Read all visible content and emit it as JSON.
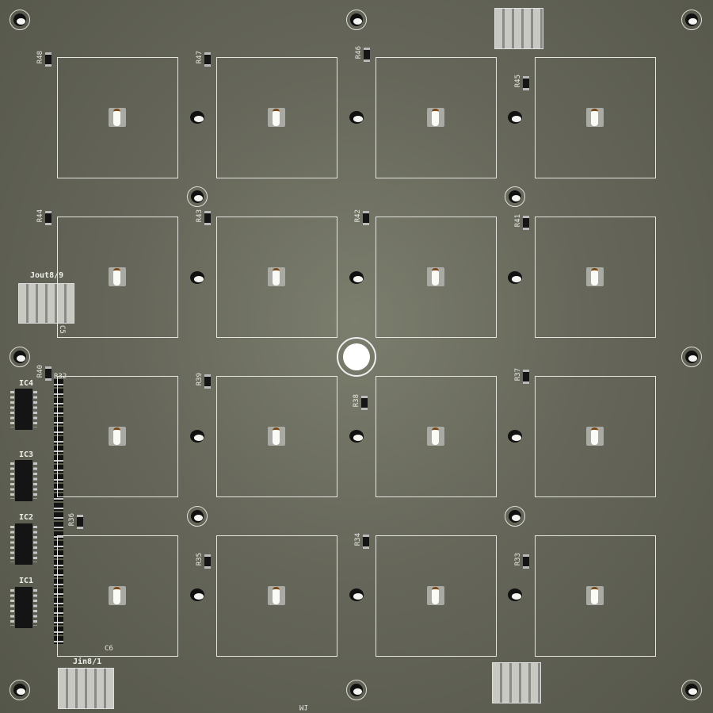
{
  "board": {
    "resistors": [
      "R48",
      "R47",
      "R46",
      "R45",
      "R44",
      "R43",
      "R42",
      "R41",
      "R40",
      "R39",
      "R38",
      "R37",
      "R36",
      "R35",
      "R34",
      "R33"
    ],
    "column_resistor_label": "R32",
    "capacitors": [
      "C5",
      "C6"
    ],
    "ics": [
      "IC4",
      "IC3",
      "IC2",
      "IC1"
    ],
    "connectors": {
      "out": "Jout8/9",
      "in": "Jin8/1"
    },
    "module_label": "M1",
    "grid": {
      "rows": 4,
      "cols": 4
    }
  },
  "colors": {
    "board": "#66675a",
    "silkscreen": "#e6e6e0"
  }
}
